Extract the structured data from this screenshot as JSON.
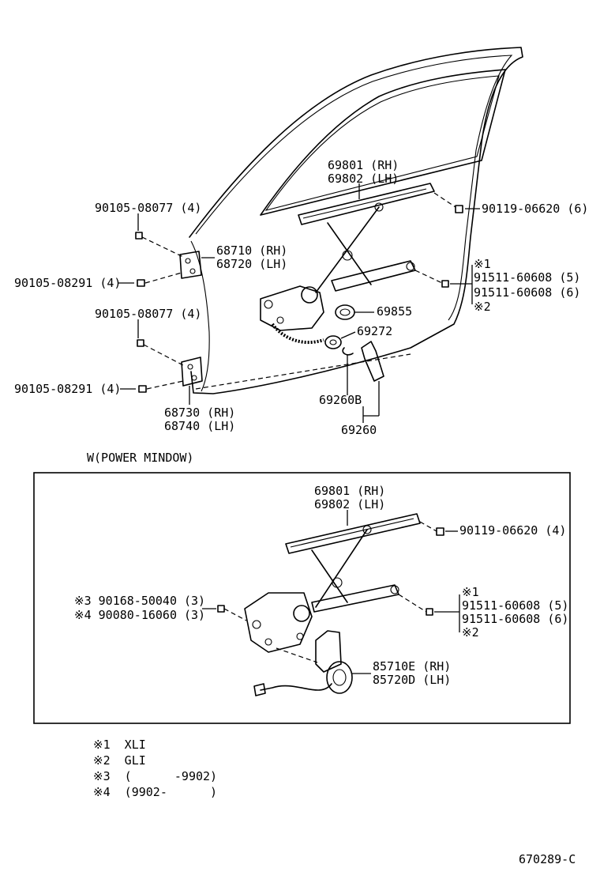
{
  "labels": {
    "regulator_rh": "69801 (RH)",
    "regulator_lh": "69802 (LH)",
    "bolt_top_right": "90119-06620 (6)",
    "bolt_upper_left": "90105-08077 (4)",
    "hinge_upper_rh": "68710 (RH)",
    "hinge_upper_lh": "68720 (LH)",
    "bolt_mid_left_1": "90105-08291 (4)",
    "mark1_top": "※1",
    "bolt_right_1": "91511-60608 (5)",
    "bolt_right_2": "91511-60608 (6)",
    "mark2_top": "※2",
    "knob": "69855",
    "washer": "69272",
    "bolt_lower_left_1": "90105-08077 (4)",
    "bolt_lower_left_2": "90105-08291 (4)",
    "clip": "69260B",
    "handle": "69260",
    "hinge_lower_rh": "68730 (RH)",
    "hinge_lower_lh": "68740 (LH)",
    "section_title": "W(POWER MINDOW)",
    "pw_regulator_rh": "69801 (RH)",
    "pw_regulator_lh": "69802 (LH)",
    "pw_bolt_top": "90119-06620 (4)",
    "pw_mark3_bolt": "※3 90168-50040 (3)",
    "pw_mark4_bolt": "※4 90080-16060 (3)",
    "pw_mark1": "※1",
    "pw_bolt_right_1": "91511-60608 (5)",
    "pw_bolt_right_2": "91511-60608 (6)",
    "pw_mark2": "※2",
    "motor_rh": "85710E (RH)",
    "motor_lh": "85720D (LH)"
  },
  "legend": [
    "※1  XLI",
    "※2  GLI",
    "※3  (      -9902)",
    "※4  (9902-      )"
  ],
  "diagram_code": "670289-C"
}
